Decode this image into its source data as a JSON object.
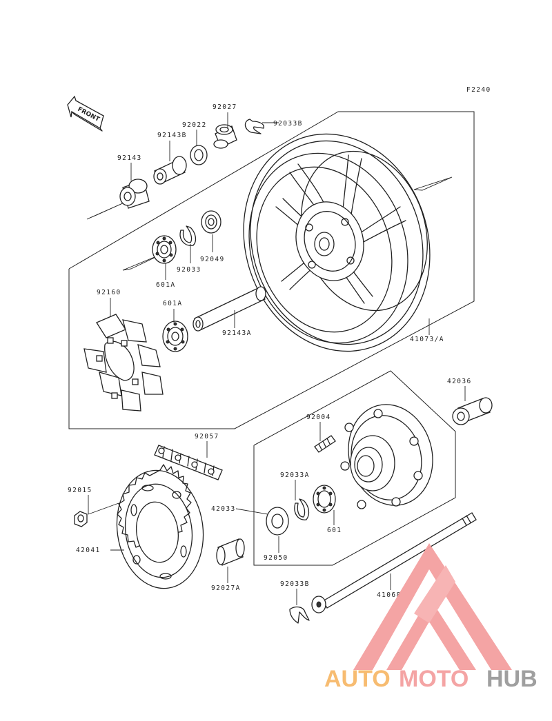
{
  "figure_code": "F2240",
  "front_marker": "FRONT",
  "labels": [
    {
      "id": "l92027",
      "text": "92027"
    },
    {
      "id": "l92033b_top",
      "text": "92033B"
    },
    {
      "id": "l92022",
      "text": "92022"
    },
    {
      "id": "l92143b",
      "text": "92143B"
    },
    {
      "id": "l92143",
      "text": "92143"
    },
    {
      "id": "l92049",
      "text": "92049"
    },
    {
      "id": "l92033",
      "text": "92033"
    },
    {
      "id": "l601a_top",
      "text": "601A"
    },
    {
      "id": "l92160",
      "text": "92160"
    },
    {
      "id": "l601a",
      "text": "601A"
    },
    {
      "id": "l92143a",
      "text": "92143A"
    },
    {
      "id": "l41073a",
      "text": "41073/A"
    },
    {
      "id": "l42036",
      "text": "42036"
    },
    {
      "id": "l92004",
      "text": "92004"
    },
    {
      "id": "l92057",
      "text": "92057"
    },
    {
      "id": "l92033a",
      "text": "92033A"
    },
    {
      "id": "l92015",
      "text": "92015"
    },
    {
      "id": "l42033",
      "text": "42033"
    },
    {
      "id": "l601",
      "text": "601"
    },
    {
      "id": "l42041",
      "text": "42041"
    },
    {
      "id": "l92050",
      "text": "92050"
    },
    {
      "id": "l92027a",
      "text": "92027A"
    },
    {
      "id": "l92033b_bot",
      "text": "92033B"
    },
    {
      "id": "l41068",
      "text": "41068"
    }
  ],
  "watermark": {
    "part1": "AUTO",
    "part2": "MOTO",
    "part3": "HUB"
  }
}
